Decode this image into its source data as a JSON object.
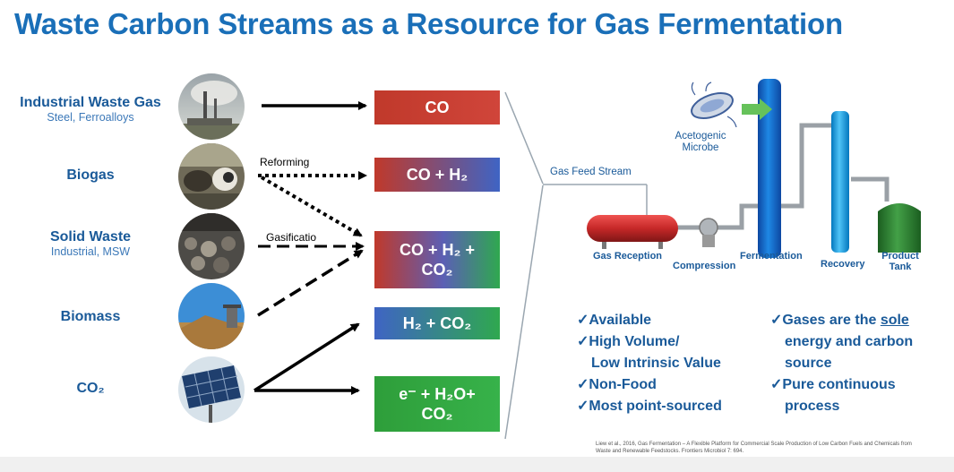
{
  "title": "Waste Carbon Streams as a Resource for Gas Fermentation",
  "sources": [
    {
      "label": "Industrial Waste Gas",
      "sub": "Steel, Ferroalloys"
    },
    {
      "label": "Biogas",
      "sub": ""
    },
    {
      "label": "Solid Waste",
      "sub": "Industrial, MSW"
    },
    {
      "label": "Biomass",
      "sub": ""
    },
    {
      "label": "CO₂",
      "sub": ""
    }
  ],
  "process_labels": {
    "reforming": "Reforming",
    "gasification": "Gasificatio"
  },
  "gases": [
    {
      "text": "CO"
    },
    {
      "text": "CO + H₂"
    },
    {
      "line1": "CO + H₂ +",
      "line2": "CO₂"
    },
    {
      "text": "H₂ + CO₂"
    },
    {
      "line1": "e⁻ + H₂O+",
      "line2": "CO₂"
    }
  ],
  "plant": {
    "gas_feed_stream": "Gas Feed Stream",
    "microbe_line1": "Acetogenic",
    "microbe_line2": "Microbe",
    "gas_reception": "Gas Reception",
    "compression": "Compression",
    "fermentation": "Fermentation",
    "recovery": "Recovery",
    "product_line1": "Product",
    "product_line2": "Tank"
  },
  "features_left": [
    "Available",
    "High Volume/",
    "Low Intrinsic Value",
    "Non-Food",
    "Most point-sourced"
  ],
  "features_right": {
    "line1_pre": "Gases are the ",
    "line1_under": "sole",
    "line2": "energy and carbon",
    "line3": "source",
    "line4": "Pure continuous",
    "line5": "process"
  },
  "check_mark": "✓",
  "citation": "Liew et al., 2016, Gas Fermentation – A Flexible Platform for Commercial Scale Production of Low Carbon Fuels and Chemicals from Waste and Renewable Feedstocks. Frontiers Microbiol 7: 694.",
  "colors": {
    "title": "#1a6fb8",
    "label": "#1a5a99",
    "co_box": "#c0392b",
    "column_blue": "#1565c0",
    "column_light": "#29a3e0",
    "tank_green": "#2e9e3a",
    "reception_red": "#c62828"
  }
}
